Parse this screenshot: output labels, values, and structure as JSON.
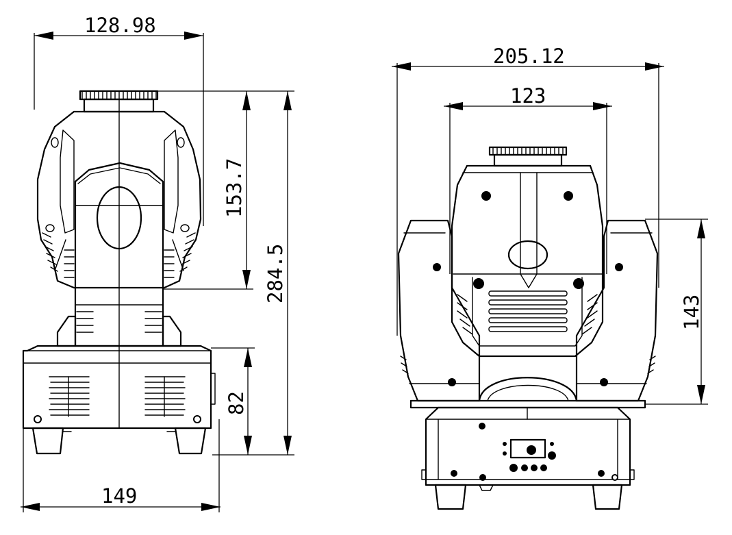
{
  "dimensions": {
    "side_top_width": "128.98",
    "side_head_height": "153.7",
    "side_total_height": "284.5",
    "side_base_height": "82",
    "side_base_width": "149",
    "front_yoke_width": "205.12",
    "front_head_width": "123",
    "front_yoke_height": "143"
  },
  "colors": {
    "line": "#000000",
    "background": "#ffffff"
  }
}
